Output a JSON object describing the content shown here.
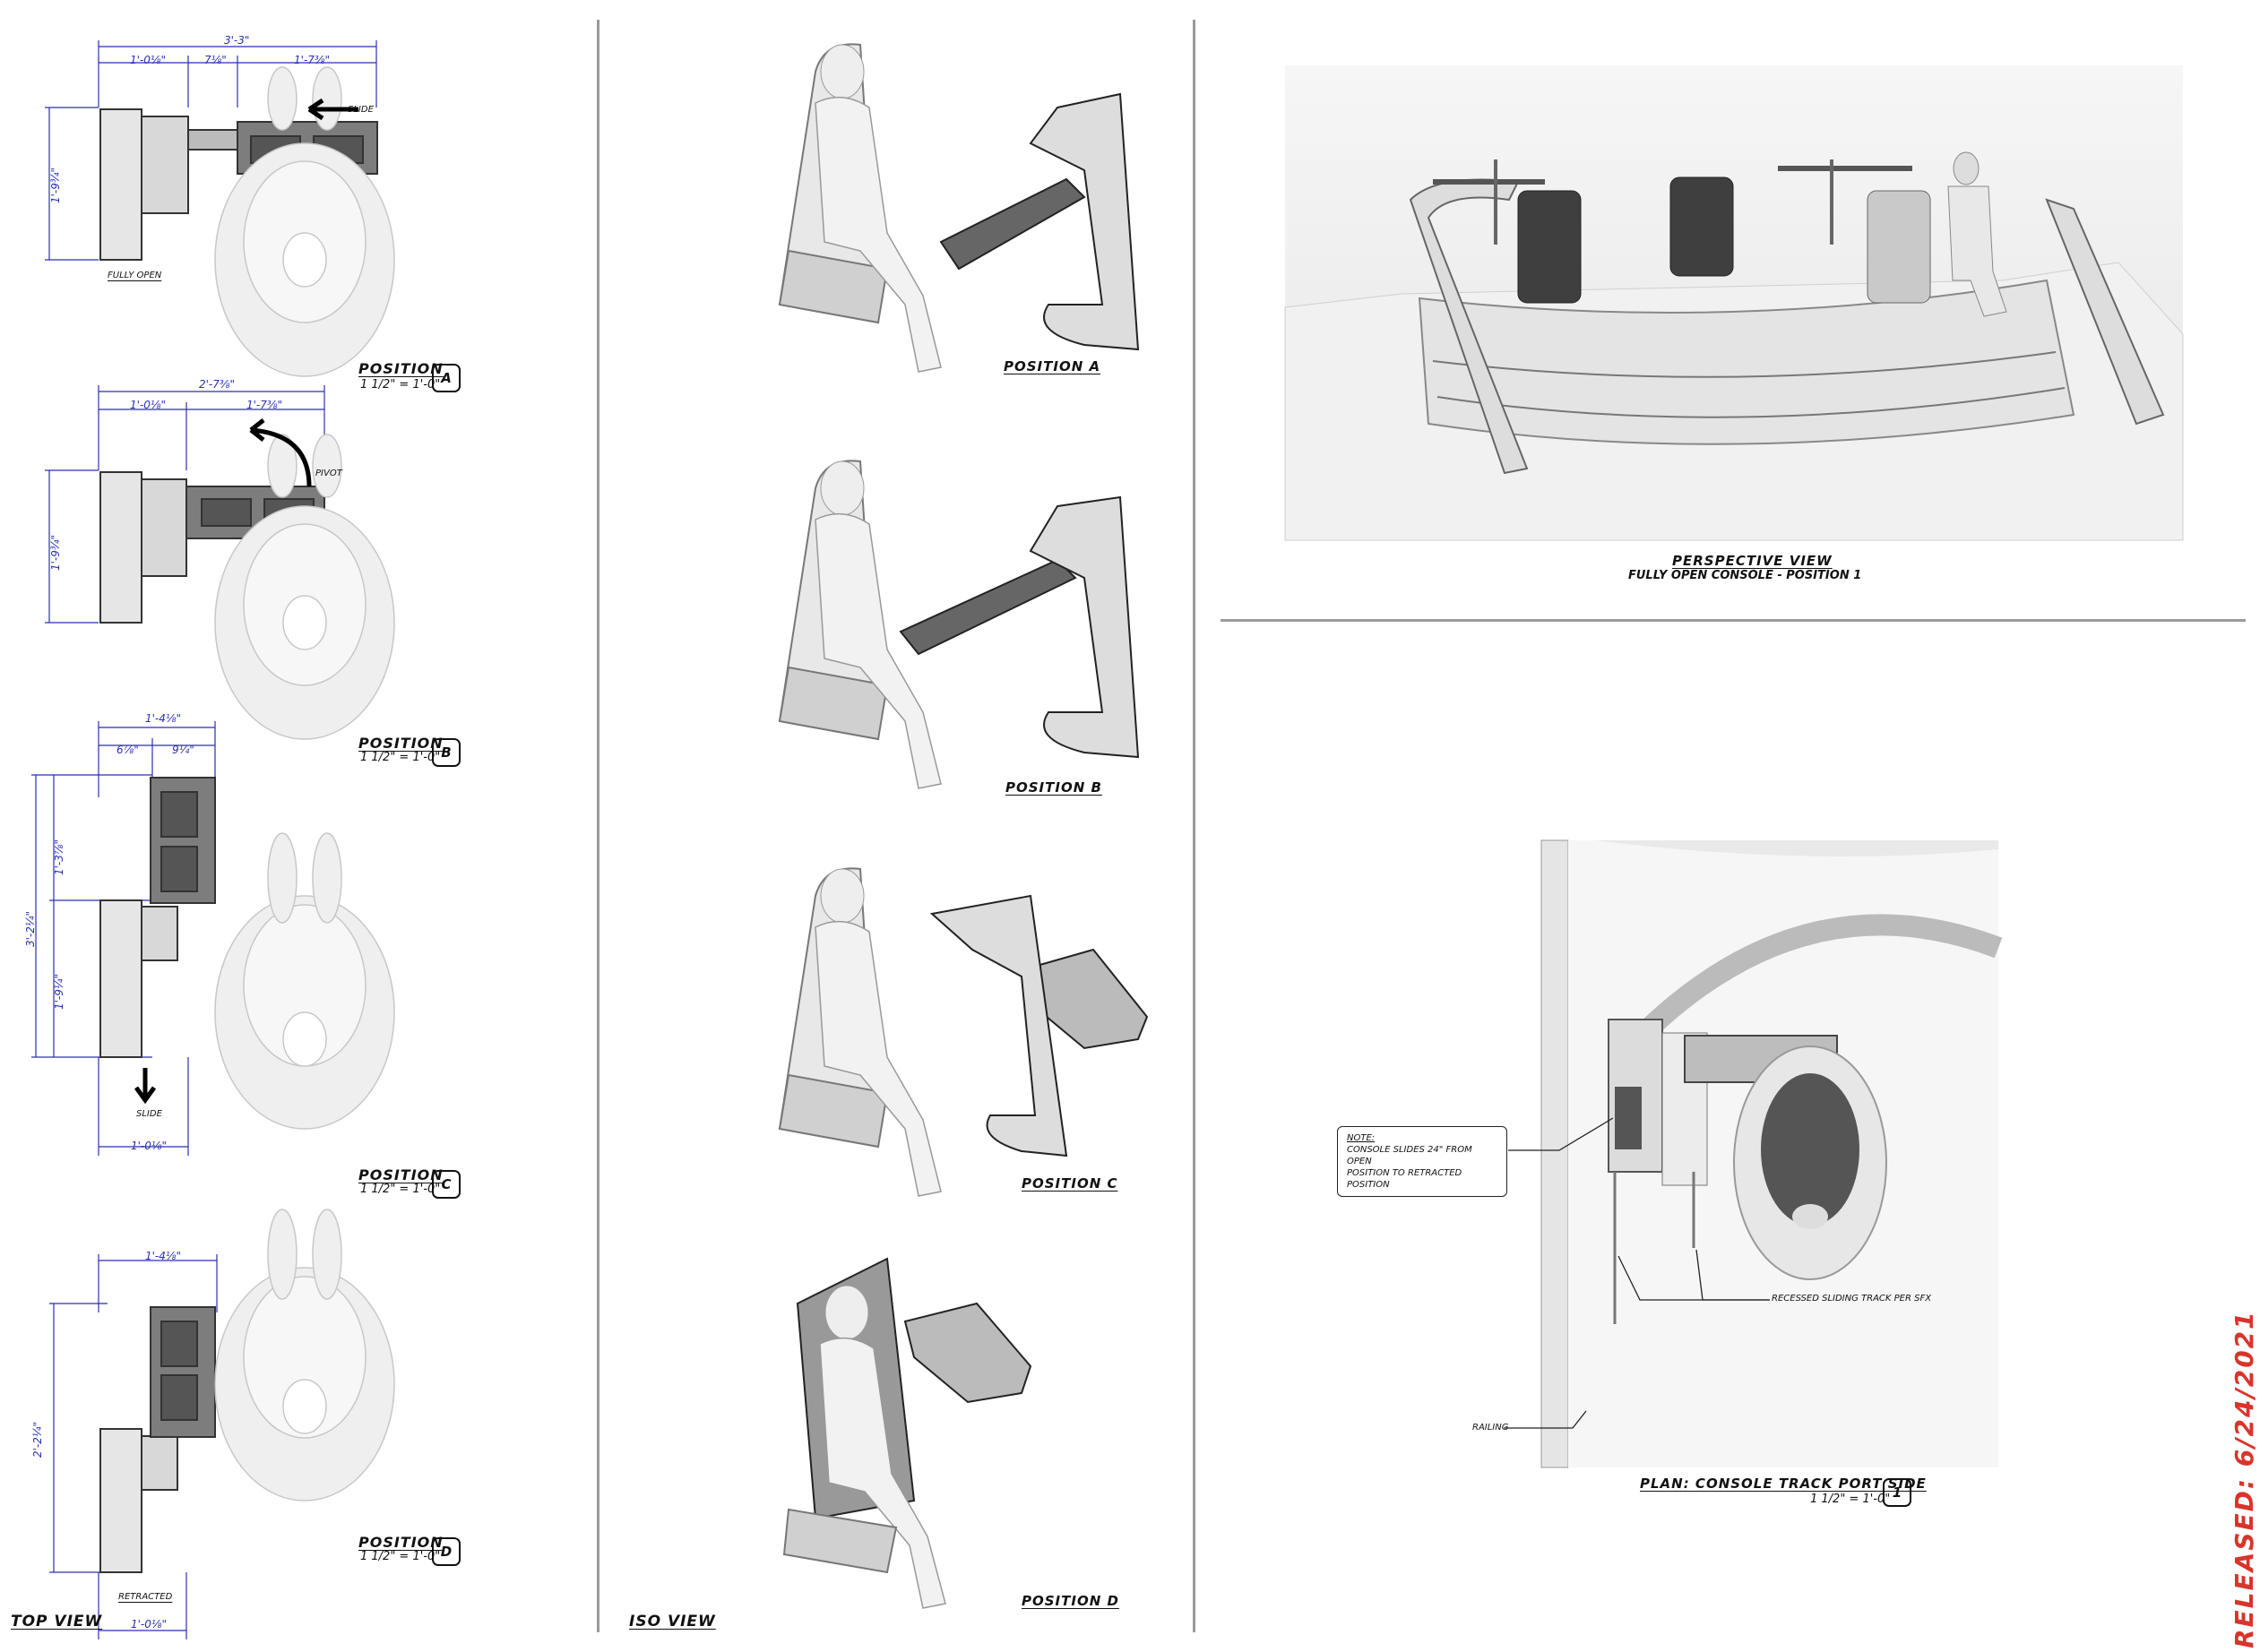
{
  "top_view": {
    "title": "TOP VIEW",
    "positions": [
      {
        "label": "POSITION",
        "letter": "A",
        "scale": "1 1/2\" = 1'-0\"",
        "overall": "3'-3\"",
        "segs": [
          "1'-0⅛\"",
          "7⅛\"",
          "1'-7⅜\""
        ],
        "side": "1'-9¾\"",
        "note": "FULLY OPEN",
        "action": "SLIDE"
      },
      {
        "label": "POSITION",
        "letter": "B",
        "scale": "1 1/2\" = 1'-0\"",
        "overall": "2'-7⅜\"",
        "segs": [
          "1'-0⅛\"",
          "1'-7⅜\""
        ],
        "side": "1'-9¾\"",
        "action": "PIVOT"
      },
      {
        "label": "POSITION",
        "letter": "C",
        "scale": "1 1/2\" = 1'-0\"",
        "overall": "1'-4⅛\"",
        "segs": [
          "6⅞\"",
          "9¼\""
        ],
        "side_total": "3'-2¼\"",
        "side_a": "1'-3⅞\"",
        "side_b": "1'-9¼\"",
        "bottom": "1'-0⅛\"",
        "action": "SLIDE"
      },
      {
        "label": "POSITION",
        "letter": "D",
        "scale": "1 1/2\" = 1'-0\"",
        "overall": "1'-4⅛\"",
        "side": "2'-2¼\"",
        "bottom": "1'-0⅛\"",
        "note": "RETRACTED"
      }
    ]
  },
  "iso_view": {
    "title": "ISO VIEW",
    "positions": [
      "POSITION A",
      "POSITION B",
      "POSITION C",
      "POSITION D"
    ]
  },
  "perspective": {
    "title": "PERSPECTIVE VIEW",
    "subtitle": "FULLY OPEN CONSOLE - POSITION 1"
  },
  "plan": {
    "title": "PLAN: CONSOLE TRACK PORT SIDE",
    "scale": "1 1/2\" = 1'-0\"",
    "tag": "1",
    "note_head": "NOTE:",
    "note_line1": "CONSOLE SLIDES 24\" FROM OPEN",
    "note_line2": "POSITION TO RETRACTED POSITION",
    "track_label": "RECESSED SLIDING TRACK PER SFX",
    "railing_label": "RAILING"
  },
  "stamp": "RELEASED:  6/24/2021",
  "colors": {
    "dimension": "#2a2fb5",
    "stamp": "#d9342b",
    "rule": "#9a9a9a"
  }
}
